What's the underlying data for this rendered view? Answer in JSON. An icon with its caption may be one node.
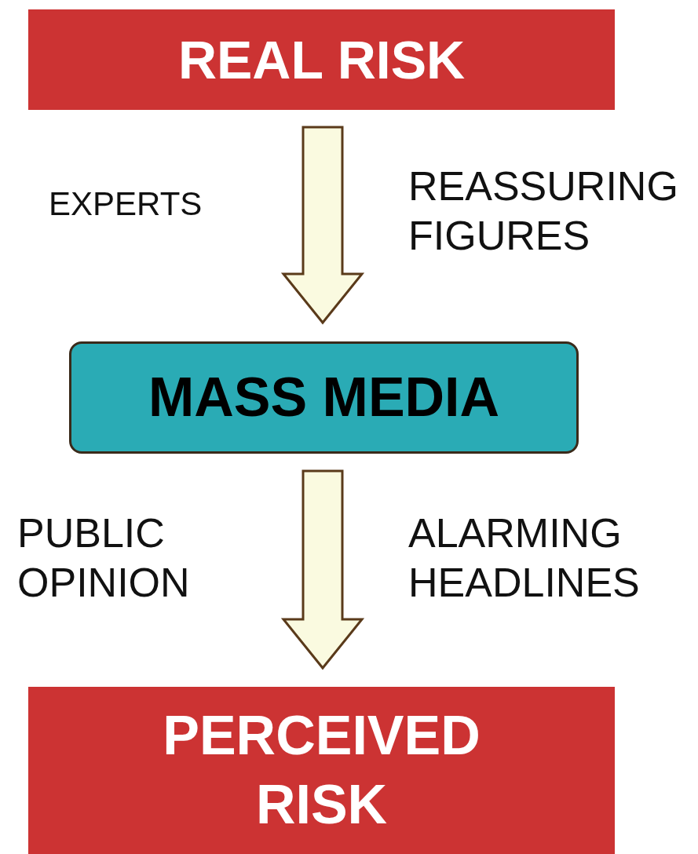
{
  "diagram": {
    "nodes": [
      {
        "text": [
          "REAL RISK"
        ]
      },
      {
        "text": [
          "MASS MEDIA"
        ]
      },
      {
        "text": [
          "PERCEIVED RISK"
        ]
      }
    ],
    "edges": [
      {
        "from": 0,
        "to": 1,
        "arrow": "to"
      },
      {
        "from": 1,
        "to": 2,
        "arrow": "to"
      }
    ],
    "labels": [
      "EXPERTS",
      "REASSURING FIGURES",
      "PUBLIC OPINION",
      "ALARMING HEADLINES"
    ]
  }
}
